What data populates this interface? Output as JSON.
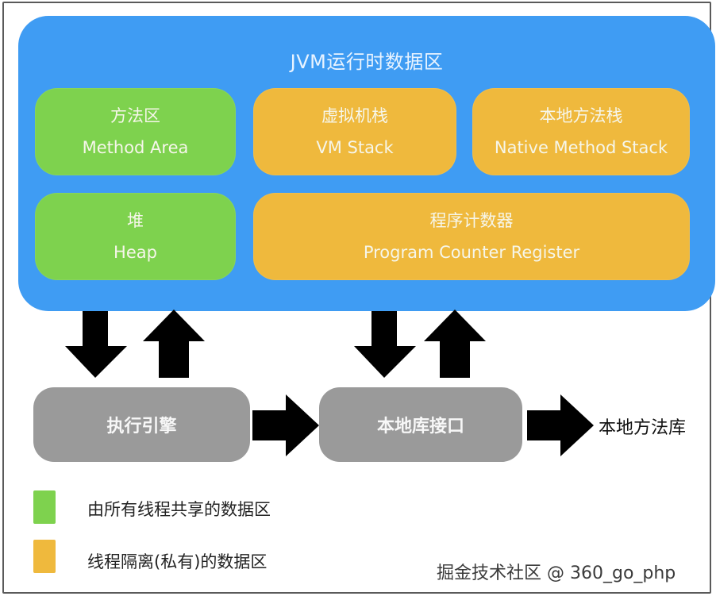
{
  "diagram": {
    "title": "JVM运行时数据区",
    "regions": [
      {
        "id": "method-area",
        "zh": "方法区",
        "en": "Method Area",
        "scope": "shared"
      },
      {
        "id": "vm-stack",
        "zh": "虚拟机栈",
        "en": "VM Stack",
        "scope": "private"
      },
      {
        "id": "native-method-stack",
        "zh": "本地方法栈",
        "en": "Native Method Stack",
        "scope": "private"
      },
      {
        "id": "heap",
        "zh": "堆",
        "en": "Heap",
        "scope": "shared"
      },
      {
        "id": "program-counter-register",
        "zh": "程序计数器",
        "en": "Program Counter Register",
        "scope": "private"
      }
    ],
    "components": {
      "execution_engine": "执行引擎",
      "native_interface": "本地库接口",
      "native_library": "本地方法库"
    },
    "connections": [
      {
        "from": "runtime-data-area",
        "to": "execution_engine",
        "direction": "down"
      },
      {
        "from": "execution_engine",
        "to": "runtime-data-area",
        "direction": "up"
      },
      {
        "from": "runtime-data-area",
        "to": "native_interface",
        "direction": "down"
      },
      {
        "from": "native_interface",
        "to": "runtime-data-area",
        "direction": "up"
      },
      {
        "from": "execution_engine",
        "to": "native_interface",
        "direction": "right"
      },
      {
        "from": "native_interface",
        "to": "native_library",
        "direction": "right"
      }
    ],
    "legend": [
      {
        "label": "由所有线程共享的数据区",
        "color": "#7ed24e"
      },
      {
        "label": "线程隔离(私有)的数据区",
        "color": "#efb93d"
      }
    ],
    "colors": {
      "container": "#3f9cf3",
      "shared": "#7ed24e",
      "private": "#efb93d",
      "component": "#9a9a9a",
      "arrow": "#000000"
    }
  },
  "watermark": "掘金技术社区 @ 360_go_php"
}
